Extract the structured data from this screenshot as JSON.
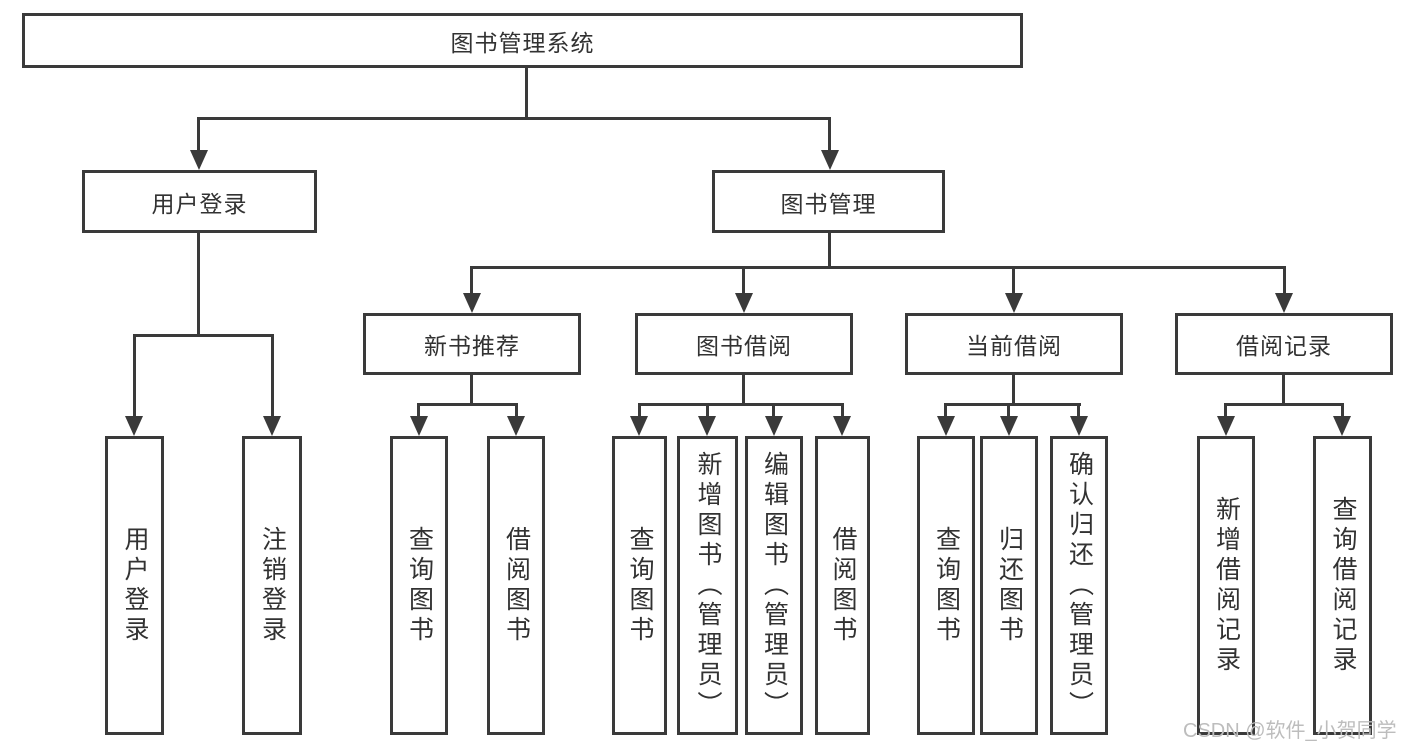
{
  "tree": {
    "label": "图书管理系统",
    "children": [
      {
        "label": "用户登录",
        "children": [
          {
            "label": "用户登录"
          },
          {
            "label": "注销登录"
          }
        ]
      },
      {
        "label": "图书管理",
        "children": [
          {
            "label": "新书推荐",
            "children": [
              {
                "label": "查询图书"
              },
              {
                "label": "借阅图书"
              }
            ]
          },
          {
            "label": "图书借阅",
            "children": [
              {
                "label": "查询图书"
              },
              {
                "label": "新增图书（管理员）"
              },
              {
                "label": "编辑图书（管理员）"
              },
              {
                "label": "借阅图书"
              }
            ]
          },
          {
            "label": "当前借阅",
            "children": [
              {
                "label": "查询图书"
              },
              {
                "label": "归还图书"
              },
              {
                "label": "确认归还（管理员）"
              }
            ]
          },
          {
            "label": "借阅记录",
            "children": [
              {
                "label": "新增借阅记录"
              },
              {
                "label": "查询借阅记录"
              }
            ]
          }
        ]
      }
    ]
  },
  "watermark": {
    "text": "CSDN @软件_小贺同学"
  },
  "colors": {
    "line": "#3a3a3a",
    "text": "#323232",
    "watermark": "#bdbdbd",
    "background": "#ffffff"
  }
}
